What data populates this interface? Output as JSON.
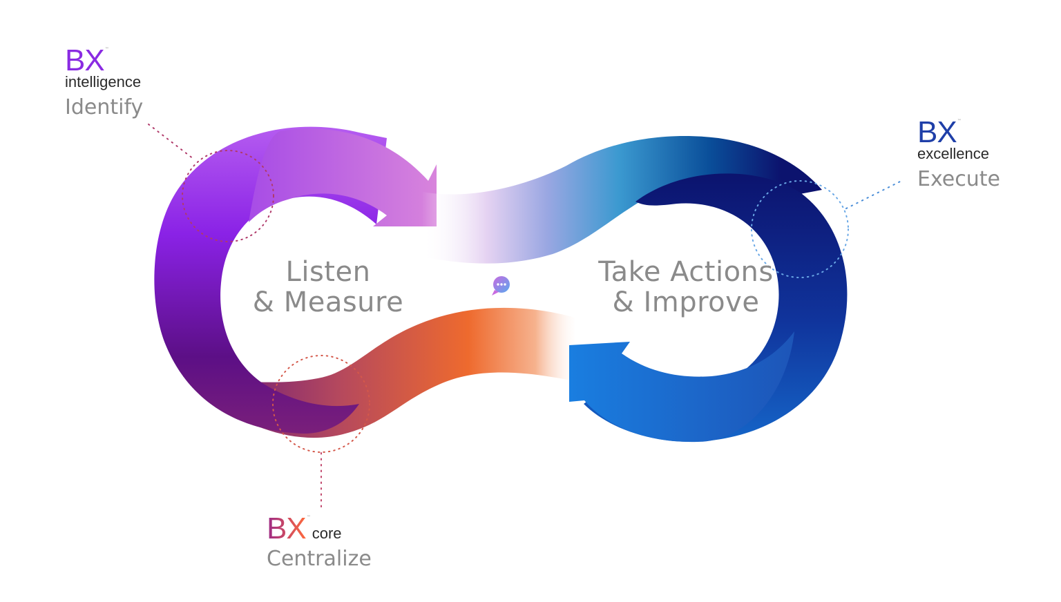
{
  "center": {
    "left_line1": "Listen",
    "left_line2": "& Measure",
    "right_line1": "Take Actions",
    "right_line2": "& Improve"
  },
  "brands": {
    "intelligence": {
      "mark": "BX",
      "tm": "™",
      "sub": "intelligence",
      "verb": "Identify",
      "color": "#8a2be2"
    },
    "excellence": {
      "mark": "BX",
      "tm": "™",
      "sub": "excellence",
      "verb": "Execute",
      "color": "#1f3fa8"
    },
    "core": {
      "mark": "BX",
      "tm": "™",
      "sub": "core",
      "verb": "Centralize"
    }
  },
  "center_icon": "chat-bubble-icon",
  "colors": {
    "purple": "#8a2be2",
    "orchid": "#d57ad8",
    "orange": "#ee6a2e",
    "navy": "#0c136e",
    "blue": "#1a7ee0"
  }
}
